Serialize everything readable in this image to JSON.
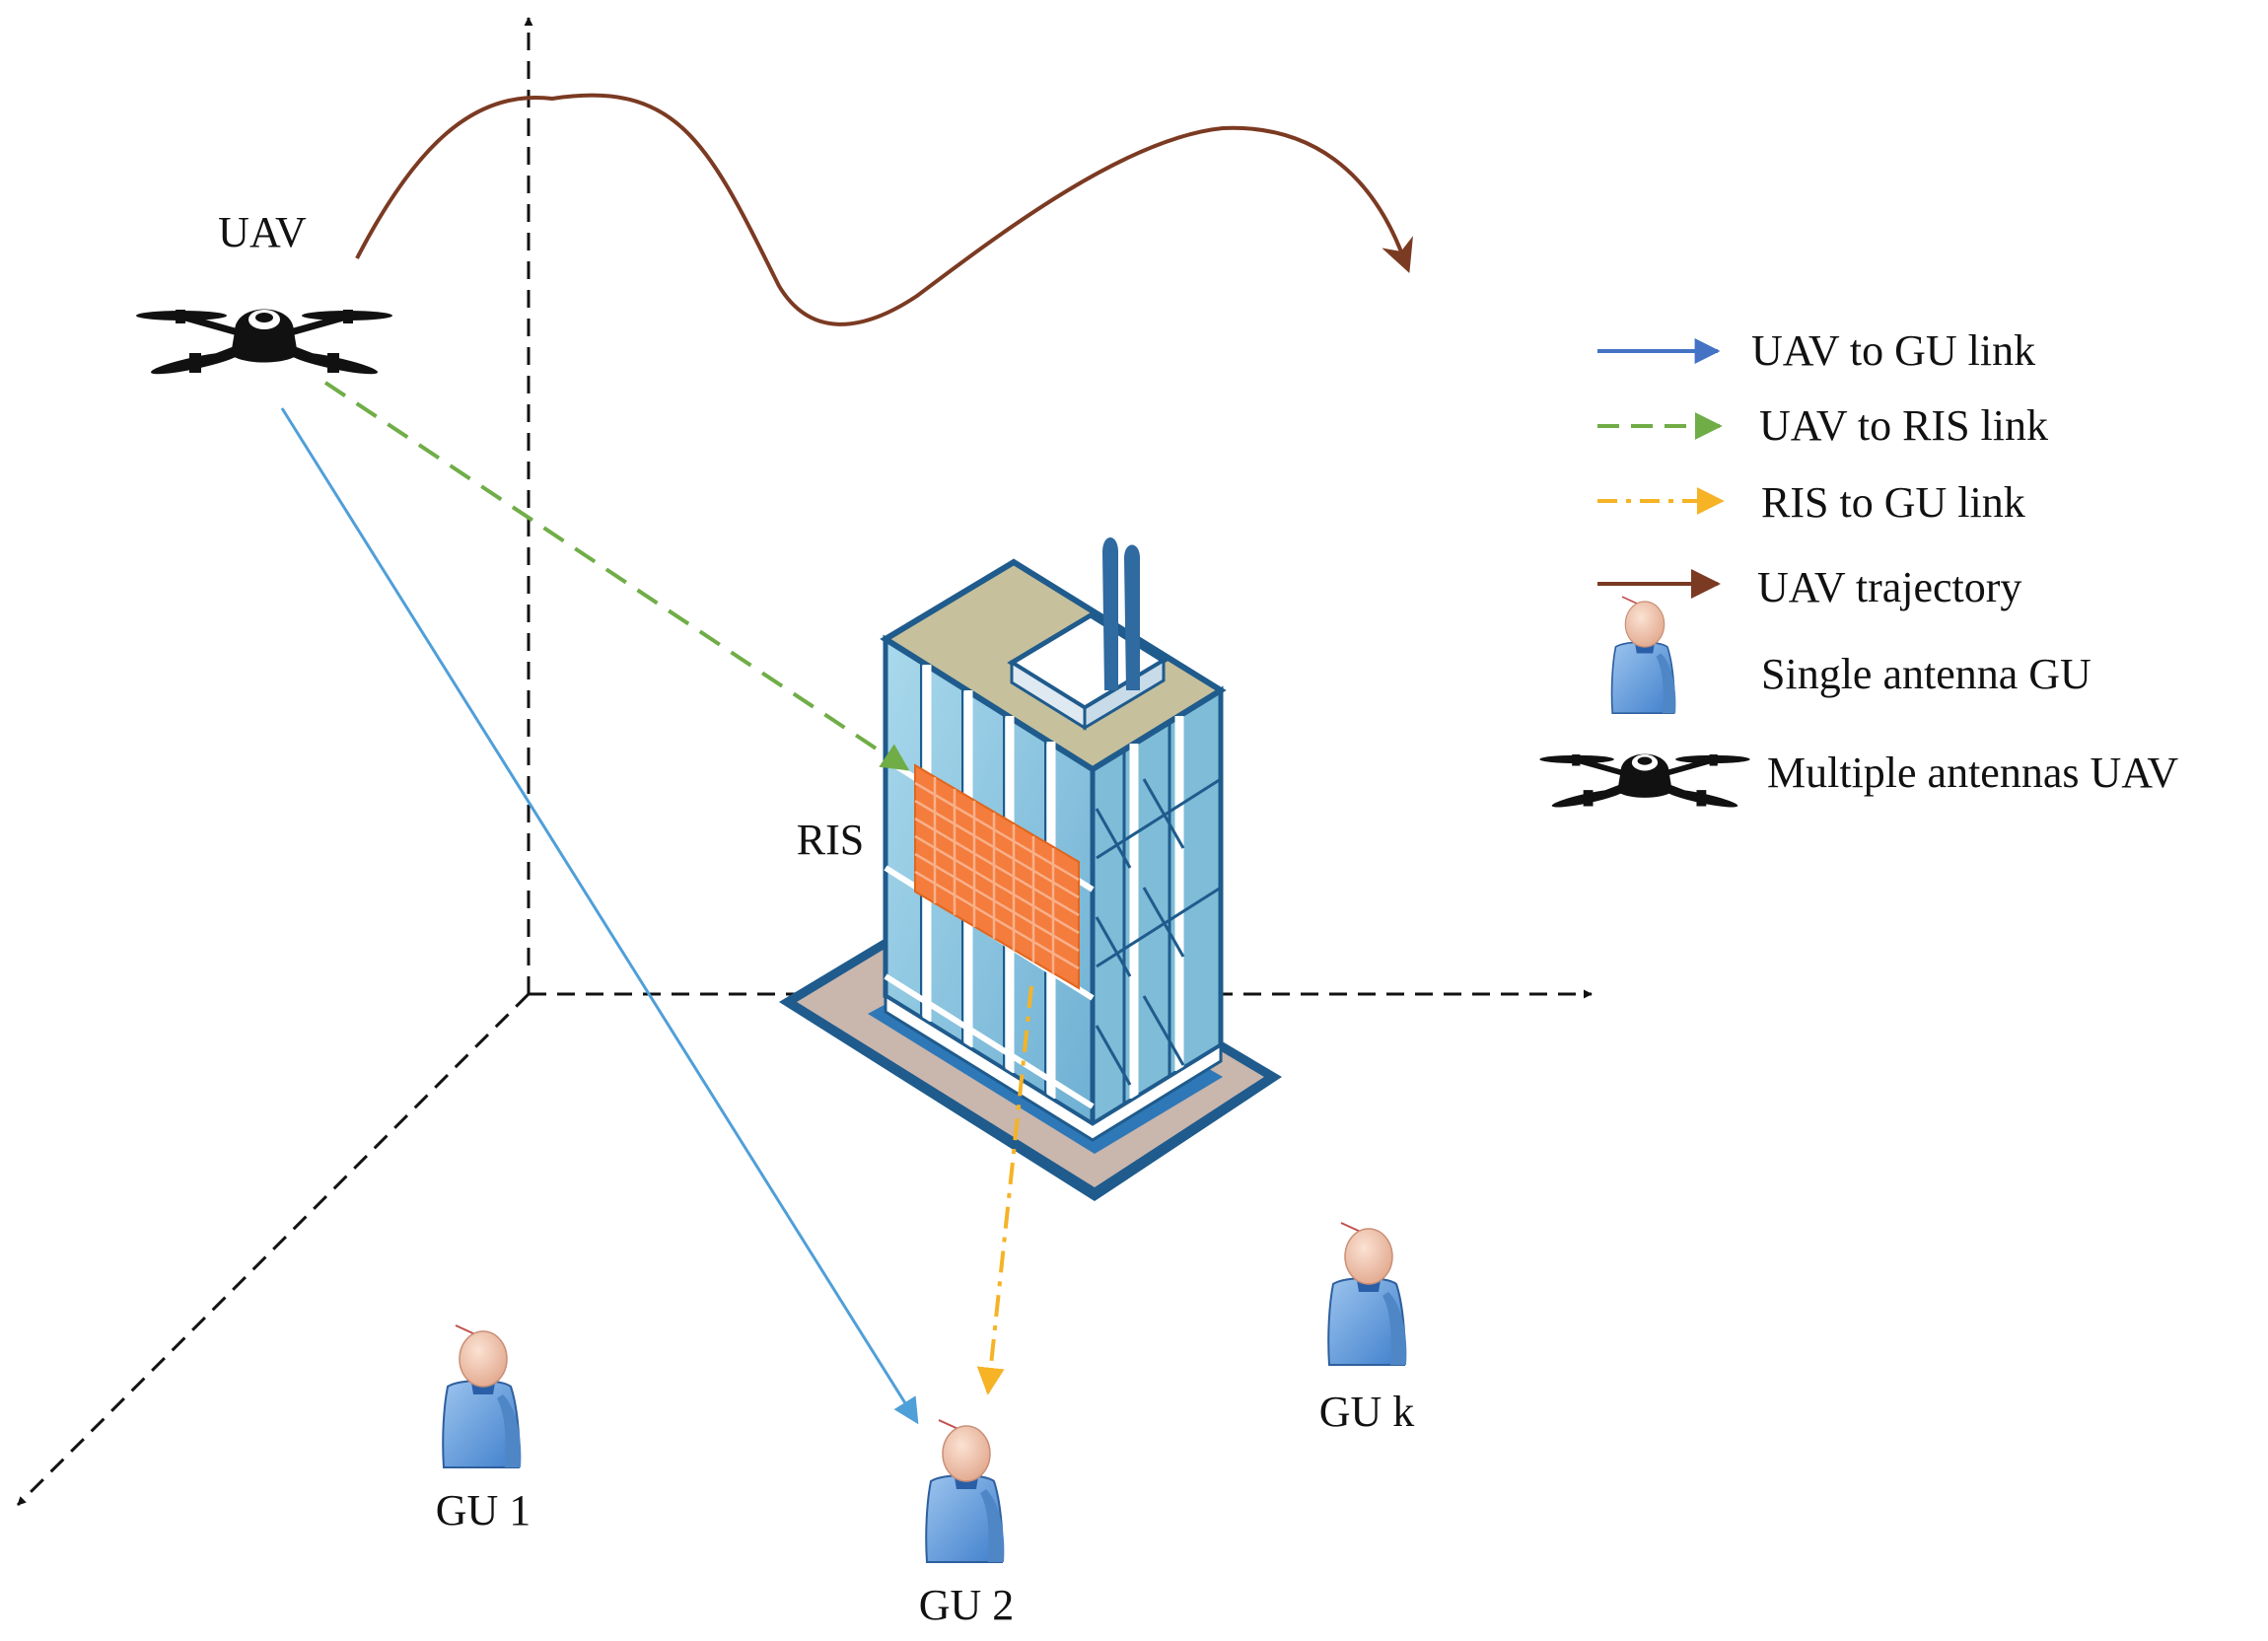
{
  "labels": {
    "uav": "UAV",
    "ris": "RIS",
    "gu1": "GU 1",
    "gu2": "GU 2",
    "guk": "GU k"
  },
  "legend": [
    {
      "id": "uav-gu",
      "text": "UAV to GU link",
      "kind": "solid-line",
      "color": "#4472c4"
    },
    {
      "id": "uav-ris",
      "text": "UAV to RIS link",
      "kind": "dashed-line",
      "color": "#70ad47"
    },
    {
      "id": "ris-gu",
      "text": "RIS to GU link",
      "kind": "dashdot-line",
      "color": "#f5b325"
    },
    {
      "id": "trajectory",
      "text": "UAV trajectory",
      "kind": "solid-line",
      "color": "#7b3a22"
    },
    {
      "id": "gu",
      "text": "Single antenna GU",
      "kind": "person-icon"
    },
    {
      "id": "uav",
      "text": "Multiple antennas UAV",
      "kind": "drone-icon"
    }
  ],
  "colors": {
    "uav_gu_link": "#4f9fd8",
    "uav_ris_link": "#70ad47",
    "ris_gu_link": "#f5b325",
    "trajectory": "#7b3a22",
    "axes": "#111111",
    "ris_panel": "#f47c3c",
    "building_glass": "#8ec6df",
    "building_frame": "#1f5b8c"
  },
  "icons": {
    "drone": "drone-icon",
    "person": "person-icon",
    "building": "building-icon"
  }
}
